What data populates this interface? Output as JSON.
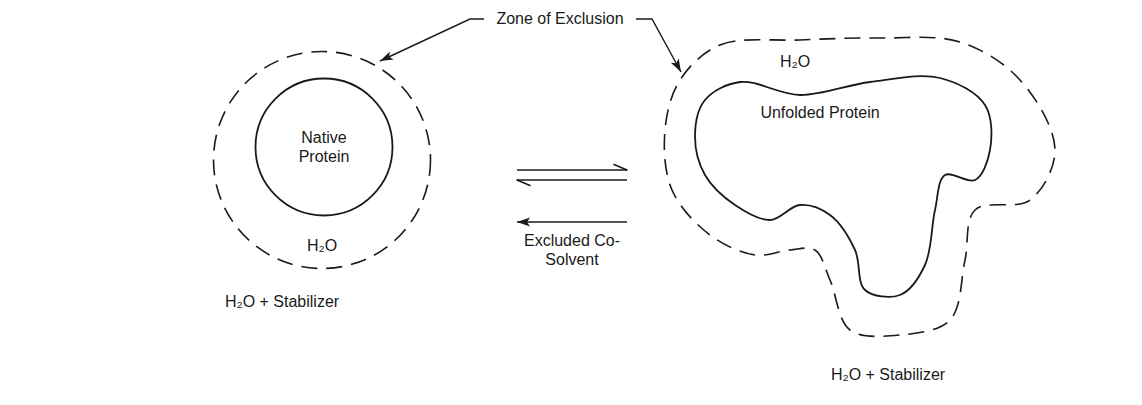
{
  "diagram": {
    "nodes": [
      {
        "text": [
          "H₂O"
        ]
      },
      {
        "text": [
          "Native Protein"
        ],
        "in": 0
      },
      {
        "text": [
          "H₂O"
        ]
      },
      {
        "text": [
          "Unfolded Protein"
        ],
        "in": 2
      }
    ],
    "edges": [
      {
        "from": 0,
        "to": 2,
        "arrow": "to"
      },
      {
        "from": 2,
        "to": 0,
        "arrow": "to"
      },
      {
        "from": 2,
        "to": 0,
        "arrow": "to",
        "label": "Excluded Co-Solvent"
      }
    ],
    "labels": [
      "Zone of Exclusion",
      "H₂O + Stabilizer",
      "H₂O + Stabilizer"
    ]
  }
}
